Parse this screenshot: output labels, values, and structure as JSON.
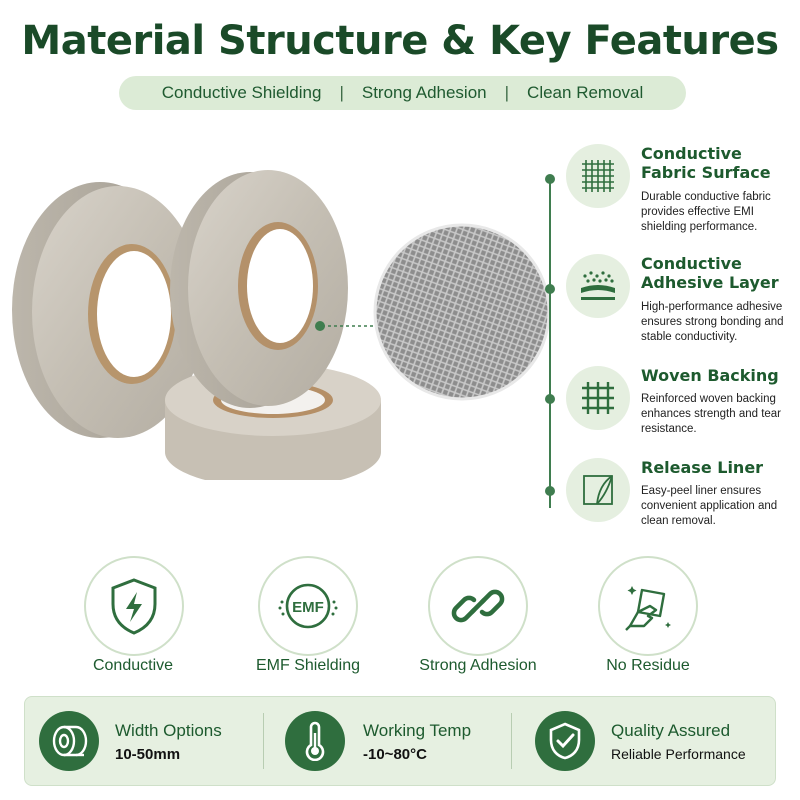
{
  "header": {
    "title": "Material Structure & Key Features",
    "tags": [
      "Conductive Shielding",
      "Strong Adhesion",
      "Clean Removal"
    ],
    "separator": "|"
  },
  "features": [
    {
      "name": "Conductive Fabric Surface",
      "desc": "Durable conductive fabric provides effective EMI shielding performance.",
      "icon": "fabric-grid-icon"
    },
    {
      "name": "Conductive Adhesive Layer",
      "desc": "High-performance adhesive ensures strong bonding and stable conductivity.",
      "icon": "adhesive-layer-icon"
    },
    {
      "name": "Woven Backing",
      "desc": "Reinforced woven backing enhances strength and tear resistance.",
      "icon": "woven-mesh-icon"
    },
    {
      "name": "Release Liner",
      "desc": "Easy-peel liner ensures convenient application and clean removal.",
      "icon": "peel-liner-icon"
    }
  ],
  "badges": [
    {
      "label": "Conductive",
      "icon": "shield-bolt-icon"
    },
    {
      "label": "EMF Shielding",
      "icon": "emf-icon",
      "icon_text": "EMF"
    },
    {
      "label": "Strong Adhesion",
      "icon": "chain-link-icon"
    },
    {
      "label": "No Residue",
      "icon": "wipe-hand-icon"
    }
  ],
  "specs": [
    {
      "label": "Width Options",
      "value": "10-50mm",
      "icon": "tape-roll-icon"
    },
    {
      "label": "Working Temp",
      "value": "-10~80°C",
      "icon": "thermometer-icon"
    },
    {
      "label": "Quality Assured",
      "value": "Reliable Performance",
      "icon": "shield-check-icon"
    }
  ],
  "colors": {
    "brand_green": "#1a4a28",
    "accent_green": "#3f7d4f",
    "pill_bg": "#dcebd6",
    "tape_silver": "#c9c3b8"
  }
}
